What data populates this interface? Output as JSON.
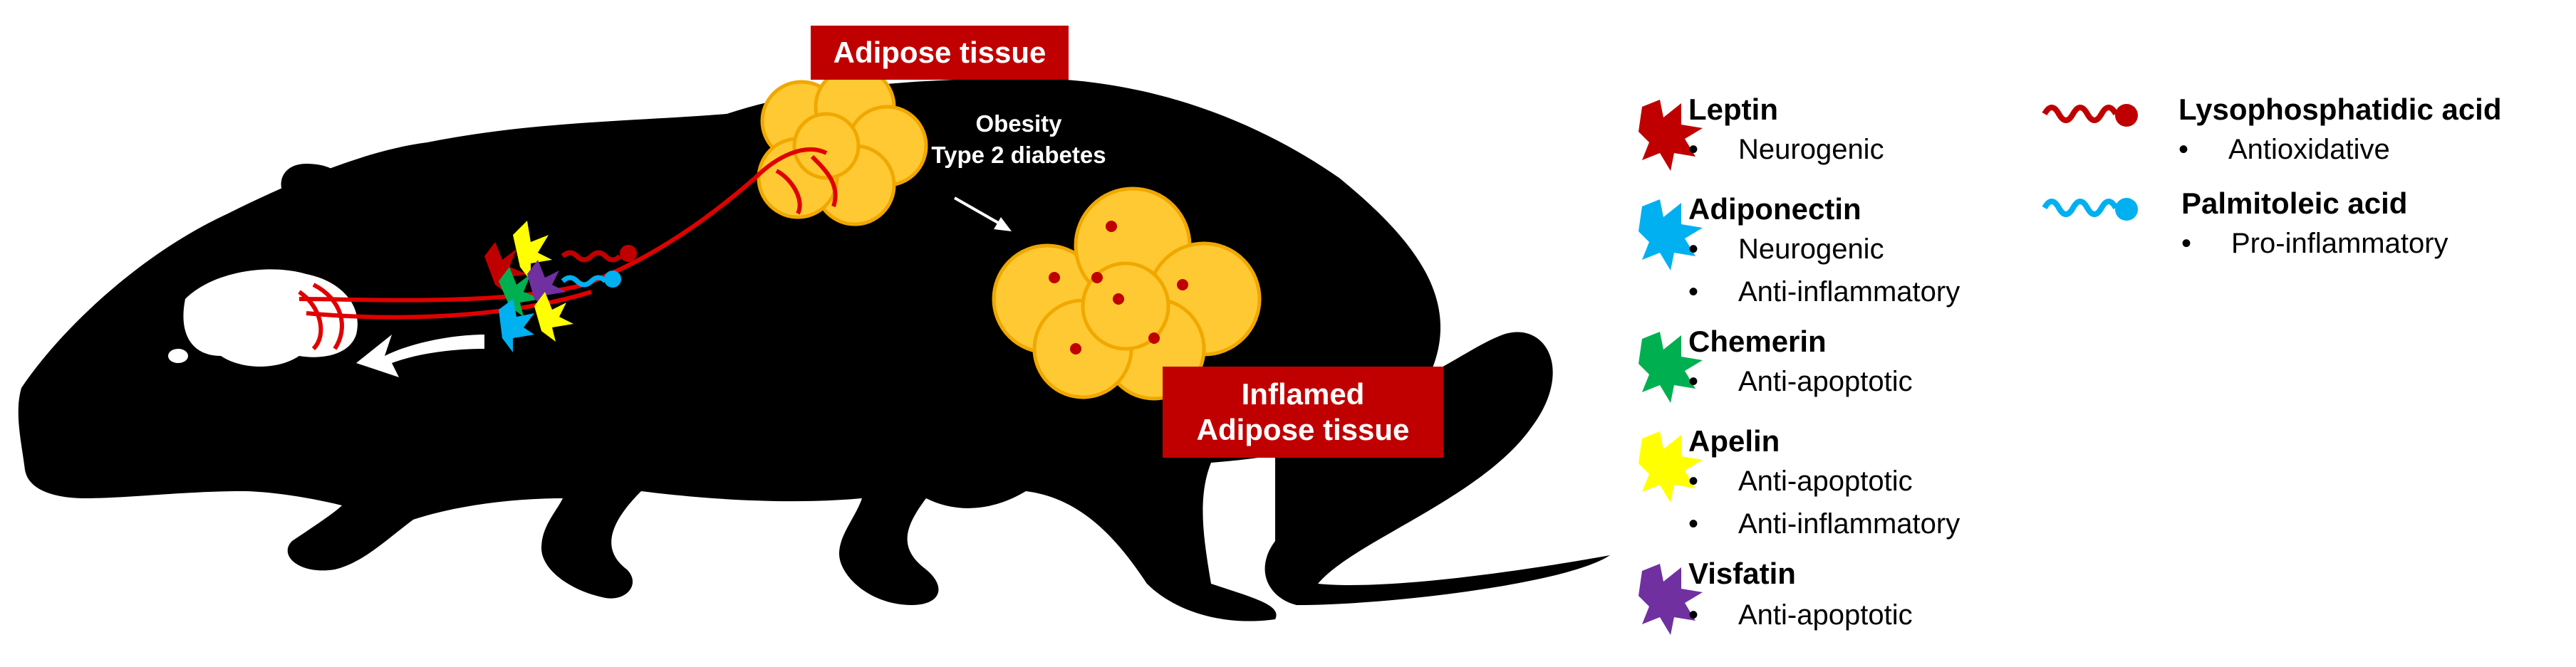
{
  "labels": {
    "adipose_tissue": "Adipose tissue",
    "inflamed_line1": "Inflamed",
    "inflamed_line2": "Adipose tissue",
    "obesity": "Obesity",
    "diabetes": "Type 2 diabetes"
  },
  "legend": [
    {
      "name": "Leptin",
      "icon": "protein-icon",
      "color": "#c00000",
      "effects": [
        "Neurogenic"
      ]
    },
    {
      "name": "Adiponectin",
      "icon": "protein-icon",
      "color": "#00b0f0",
      "effects": [
        "Neurogenic",
        "Anti-inflammatory"
      ]
    },
    {
      "name": "Chemerin",
      "icon": "protein-icon",
      "color": "#00b050",
      "effects": [
        "Anti-apoptotic"
      ]
    },
    {
      "name": "Apelin",
      "icon": "protein-icon",
      "color": "#ffff00",
      "effects": [
        "Anti-apoptotic",
        "Anti-inflammatory"
      ]
    },
    {
      "name": "Visfatin",
      "icon": "protein-icon",
      "color": "#7030a0",
      "effects": [
        "Anti-apoptotic"
      ]
    },
    {
      "name": "Lysophosphatidic acid",
      "icon": "lipid-icon",
      "color": "#c00000",
      "effects": [
        "Antioxidative"
      ]
    },
    {
      "name": "Palmitoleic acid",
      "icon": "lipid-icon",
      "color": "#00b0f0",
      "effects": [
        "Pro-inflammatory"
      ]
    }
  ]
}
